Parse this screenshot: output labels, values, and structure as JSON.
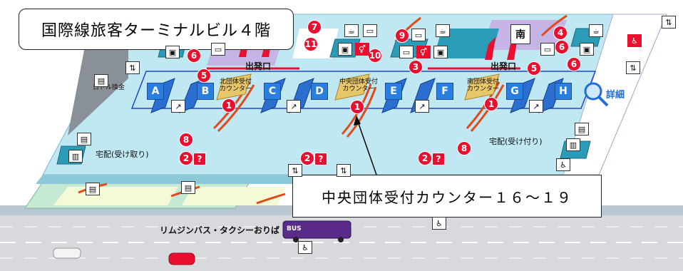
{
  "title_callout": "国際線旅客ターミナルビル４階",
  "counter_callout": "中央団体受付カウンター１６～１９",
  "counters": [
    "A",
    "B",
    "C",
    "D",
    "E",
    "F",
    "G",
    "H"
  ],
  "south_label": "南",
  "departures_label": "出発口",
  "group_counters": {
    "north": "北団体受付\nカウンター",
    "central": "中央団体受付\nカウンター",
    "south": "南団体受付\nカウンター"
  },
  "delivery_receive": "宅配(受け取り)",
  "delivery_send": "宅配(受け付り)",
  "bus_taxi": "リムジンバス・タクシーおりば",
  "detail_label": "詳細",
  "bus_tag": "BUS",
  "small_notice": "日ドル換金",
  "markers": {
    "m1": "1",
    "m2": "2",
    "m3": "3",
    "m4": "4",
    "m5": "5",
    "m6": "6",
    "m7": "7",
    "m8": "8",
    "m9": "9",
    "m10": "10",
    "m11": "11"
  },
  "info_mark": "?",
  "icons": [
    "elevator-icon",
    "coffee-icon",
    "ticket-icon",
    "restroom-icon",
    "gift-icon",
    "luggage-icon",
    "wheelchair-icon",
    "escalator-icon"
  ],
  "colors": {
    "floor": "#bfe8f2",
    "counter": "#2a6fd0",
    "marker": "#e8102e",
    "pillar": "#2a9cb8",
    "road": "#d6d8dc",
    "ramp": "#e24a1a"
  }
}
